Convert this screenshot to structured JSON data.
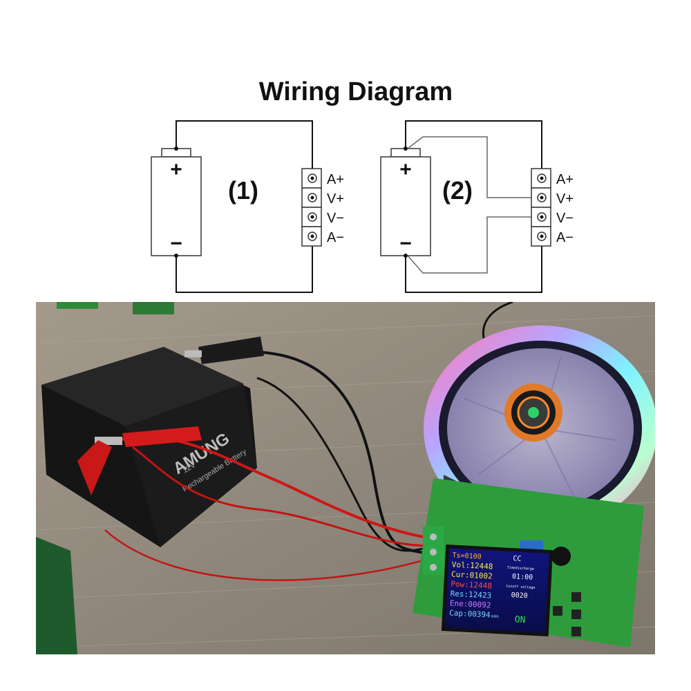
{
  "title": "Wiring Diagram",
  "diagrams": [
    {
      "number": "(1)",
      "battery": {
        "plus": "+",
        "minus": "−"
      },
      "terminals": [
        "A+",
        "V+",
        "V−",
        "A−"
      ]
    },
    {
      "number": "(2)",
      "battery": {
        "plus": "+",
        "minus": "−"
      },
      "terminals": [
        "A+",
        "V+",
        "V−",
        "A−"
      ]
    }
  ],
  "photo": {
    "battery_brand": "AMUNG",
    "battery_text": "Rechargeable Battery",
    "battery_spec": "12V",
    "lcd": {
      "ts": "Ts=0100",
      "vol": "Vol:12448",
      "cur": "Cur:01002",
      "pow": "Pow:12448",
      "res": "Res:12423",
      "eng": "Ene:00092",
      "cap": "Cap:00394",
      "cap_unit": "mAh",
      "mode": "CC",
      "timer_label": "Timedischarge",
      "timer": "01:00",
      "cutoff_label": "Cutoff voltage",
      "cutoff": "0020",
      "state": "ON"
    }
  }
}
